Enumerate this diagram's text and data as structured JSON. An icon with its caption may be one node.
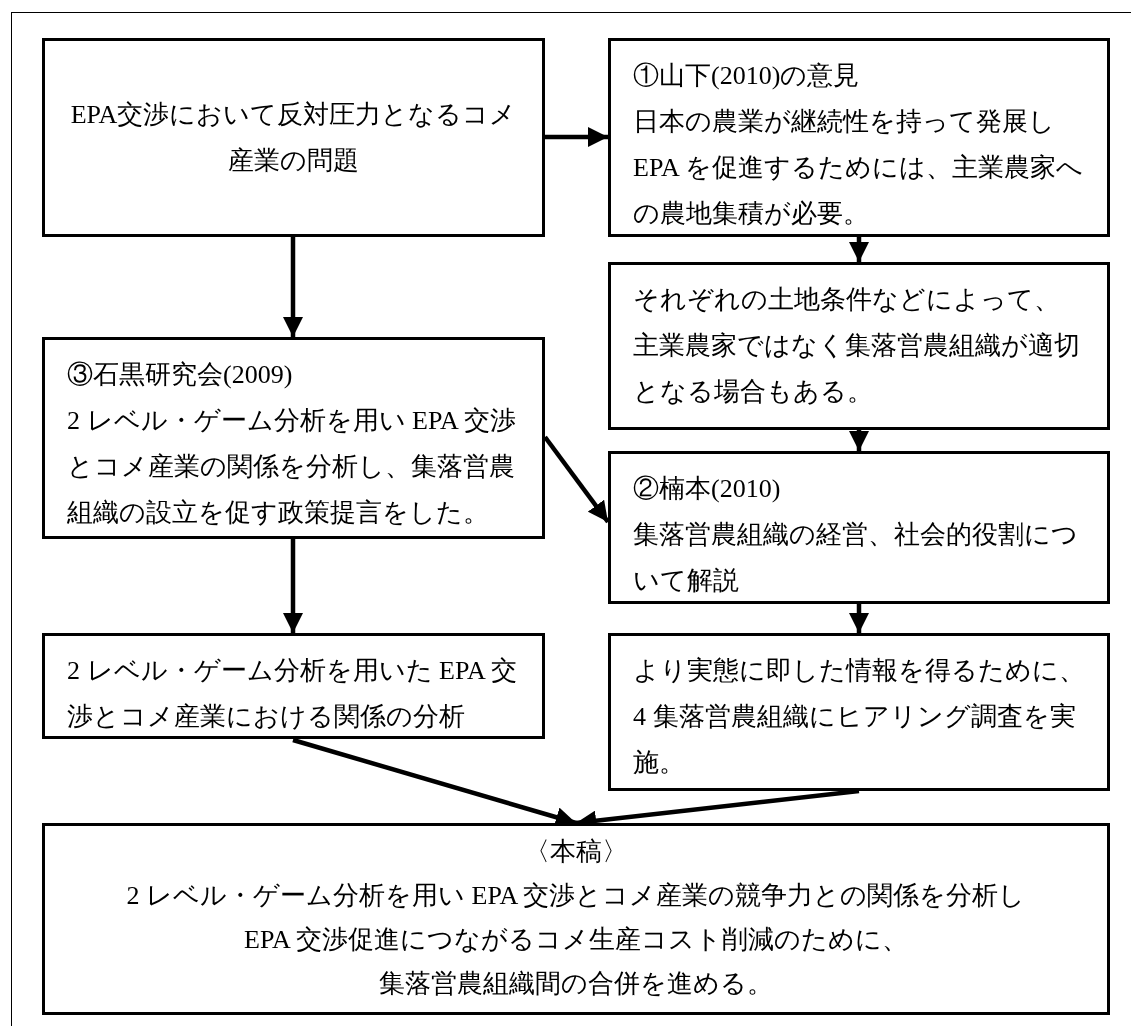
{
  "diagram": {
    "nodes": [
      {
        "text": [
          "EPA交渉において反対圧力となるコメ産業の問題"
        ]
      },
      {
        "text": [
          "①山下(2010)の意見",
          "日本の農業が継続性を持って発展しEPA を促進するためには、主業農家への農地集積が必要。"
        ]
      },
      {
        "text": [
          "それぞれの土地条件などによって、主業農家ではなく集落営農組織が適切となる場合もある。"
        ]
      },
      {
        "text": [
          "③石黒研究会(2009)",
          "2 レベル・ゲーム分析を用い EPA 交渉とコメ産業の関係を分析し、集落営農組織の設立を促す政策提言をした。"
        ]
      },
      {
        "text": [
          "②楠本(2010)",
          "集落営農組織の経営、社会的役割について解説"
        ]
      },
      {
        "text": [
          "2 レベル・ゲーム分析を用いた EPA 交渉とコメ産業における関係の分析"
        ]
      },
      {
        "text": [
          "より実態に即した情報を得るために、4 集落営農組織にヒアリング調査を実施。"
        ]
      },
      {
        "text": [
          "〈本稿〉",
          "2 レベル・ゲーム分析を用い EPA 交渉とコメ産業の競争力との関係を分析し",
          "EPA 交渉促進につながるコメ生産コスト削減のために、",
          "集落営農組織間の合併を進める。"
        ]
      }
    ],
    "edges": [
      {
        "from": 0,
        "to": 1,
        "arrow": "to"
      },
      {
        "from": 0,
        "to": 3,
        "arrow": "to"
      },
      {
        "from": 1,
        "to": 2,
        "arrow": "to"
      },
      {
        "from": 2,
        "to": 4,
        "arrow": "to"
      },
      {
        "from": 3,
        "to": 4,
        "arrow": "to"
      },
      {
        "from": 3,
        "to": 5,
        "arrow": "to"
      },
      {
        "from": 4,
        "to": 6,
        "arrow": "to"
      },
      {
        "from": 5,
        "to": 7,
        "arrow": "to"
      },
      {
        "from": 6,
        "to": 7,
        "arrow": "to"
      }
    ]
  }
}
